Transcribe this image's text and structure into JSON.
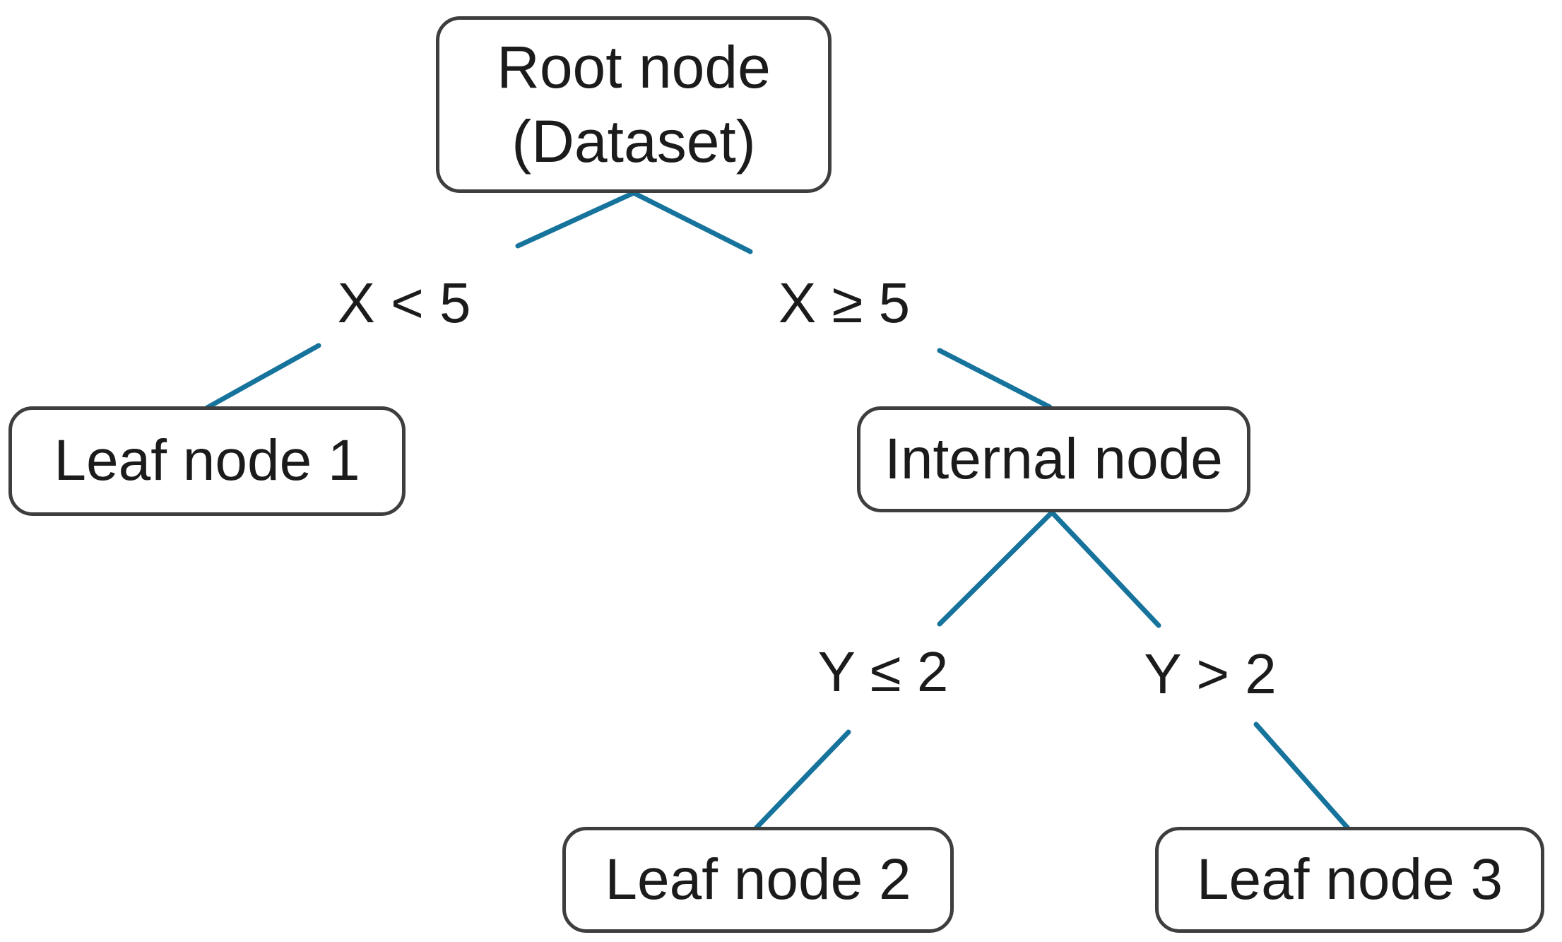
{
  "diagram": {
    "type": "decision-tree",
    "colors": {
      "background": "#ffffff",
      "edge_line": "#16739c",
      "node_border": "#3e3e3e",
      "node_fill": "#ffffff",
      "text": "#1b1b1b"
    },
    "nodes": {
      "root": {
        "line1": "Root node",
        "line2": "(Dataset)"
      },
      "leaf1": {
        "label": "Leaf node 1"
      },
      "internal": {
        "label": "Internal node"
      },
      "leaf2": {
        "label": "Leaf node 2"
      },
      "leaf3": {
        "label": "Leaf node 3"
      }
    },
    "edge_labels": {
      "root_left": "X < 5",
      "root_right": "X ≥ 5",
      "internal_left": "Y ≤ 2",
      "internal_right": "Y > 2"
    }
  }
}
